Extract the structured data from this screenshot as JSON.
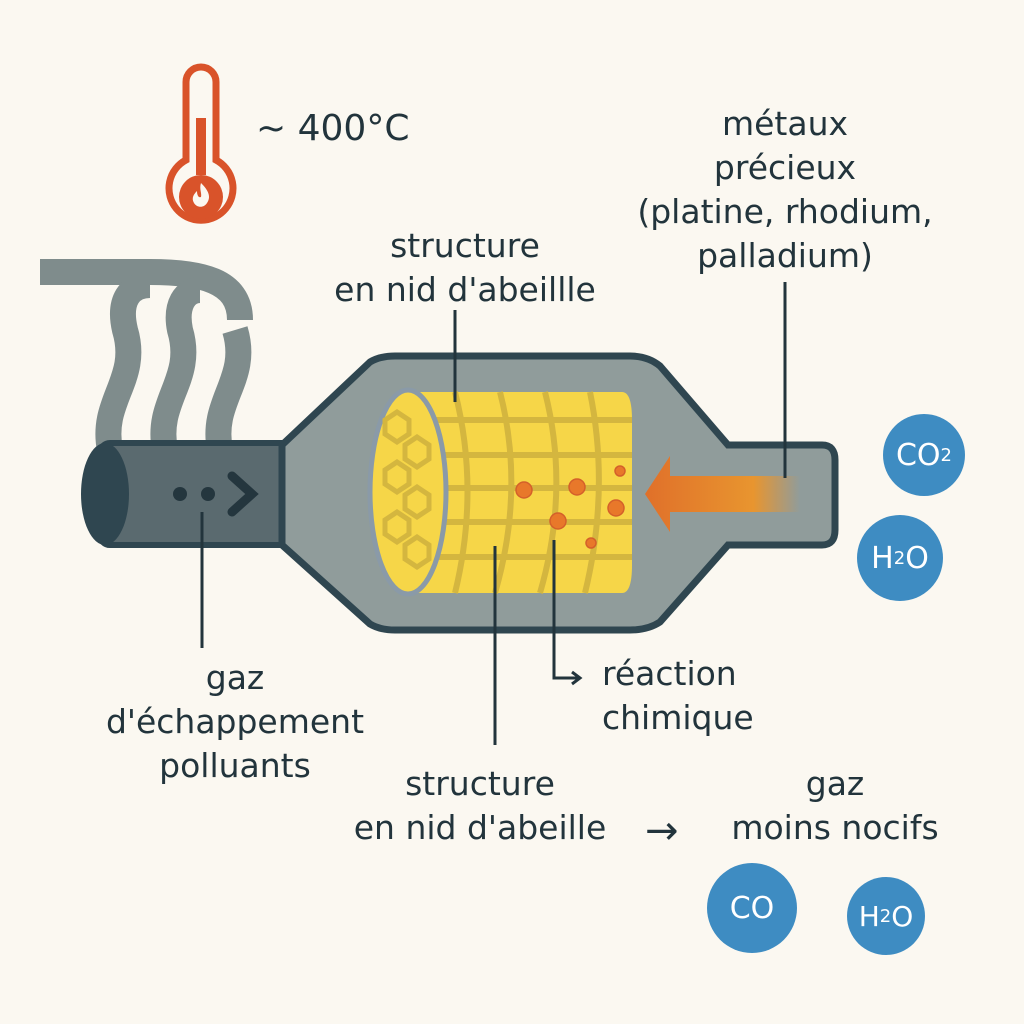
{
  "temperature": {
    "label": "~ 400°C",
    "icon": "thermometer-flame-icon"
  },
  "labels": {
    "metals": [
      "métaux",
      "précieux",
      "(platine, rhodium,",
      "palladium)"
    ],
    "honeycomb_top": [
      "structure",
      "en nid d'abeillle"
    ],
    "exhaust": [
      "gaz",
      "d'échappement",
      "polluants"
    ],
    "reaction": [
      "réaction",
      "chimique"
    ],
    "reaction_arrow": "→",
    "honeycomb_bottom": [
      "structure",
      "en nid d'abeille"
    ],
    "output_arrow": "→",
    "output": [
      "gaz",
      "moins nocifs"
    ]
  },
  "molecules": [
    {
      "base": "CO",
      "sub": "2"
    },
    {
      "base": "H",
      "sub": "2",
      "tail": "O"
    },
    {
      "base": "CO",
      "sub": "",
      "tail": ""
    },
    {
      "base": "H",
      "sub": "2",
      "tail": "O"
    }
  ],
  "colors": {
    "background": "#fbf8f1",
    "outline": "#2f4650",
    "body": "#909c9b",
    "honeycomb": "#f6d648",
    "reaction": "#e8782a",
    "thermometer": "#d9532a",
    "molecule": "#3e8cc2"
  }
}
